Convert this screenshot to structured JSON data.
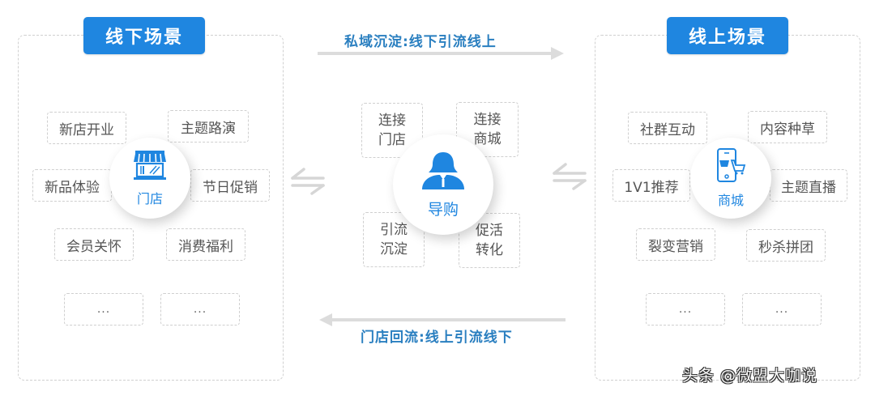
{
  "offline": {
    "title": "线下场景",
    "hub_label": "门店",
    "hub_icon": "storefront-icon",
    "tags": [
      "新店开业",
      "主题路演",
      "新品体验",
      "节日促销",
      "会员关怀",
      "消费福利",
      "...",
      "..."
    ]
  },
  "center": {
    "hub_label": "导购",
    "hub_icon": "shopping-guide-person-icon",
    "tags": [
      {
        "line1": "连接",
        "line2": "门店"
      },
      {
        "line1": "连接",
        "line2": "商城"
      },
      {
        "line1": "引流",
        "line2": "沉淀"
      },
      {
        "line1": "促活",
        "line2": "转化"
      }
    ],
    "top_flow": "私域沉淀:线下引流线上",
    "bottom_flow": "门店回流:线上引流线下"
  },
  "online": {
    "title": "线上场景",
    "hub_label": "商城",
    "hub_icon": "mobile-shopping-cart-icon",
    "tags": [
      "社群互动",
      "内容种草",
      "1V1推荐",
      "主题直播",
      "裂变营销",
      "秒杀拼团",
      "...",
      "..."
    ]
  },
  "watermark": "头条 @微盟大咖说",
  "colors": {
    "accent": "#1f86e0",
    "flow_text": "#2a7fc0",
    "dashed_border": "#d0d0d0",
    "arrow_gray": "#dcdcdc"
  }
}
